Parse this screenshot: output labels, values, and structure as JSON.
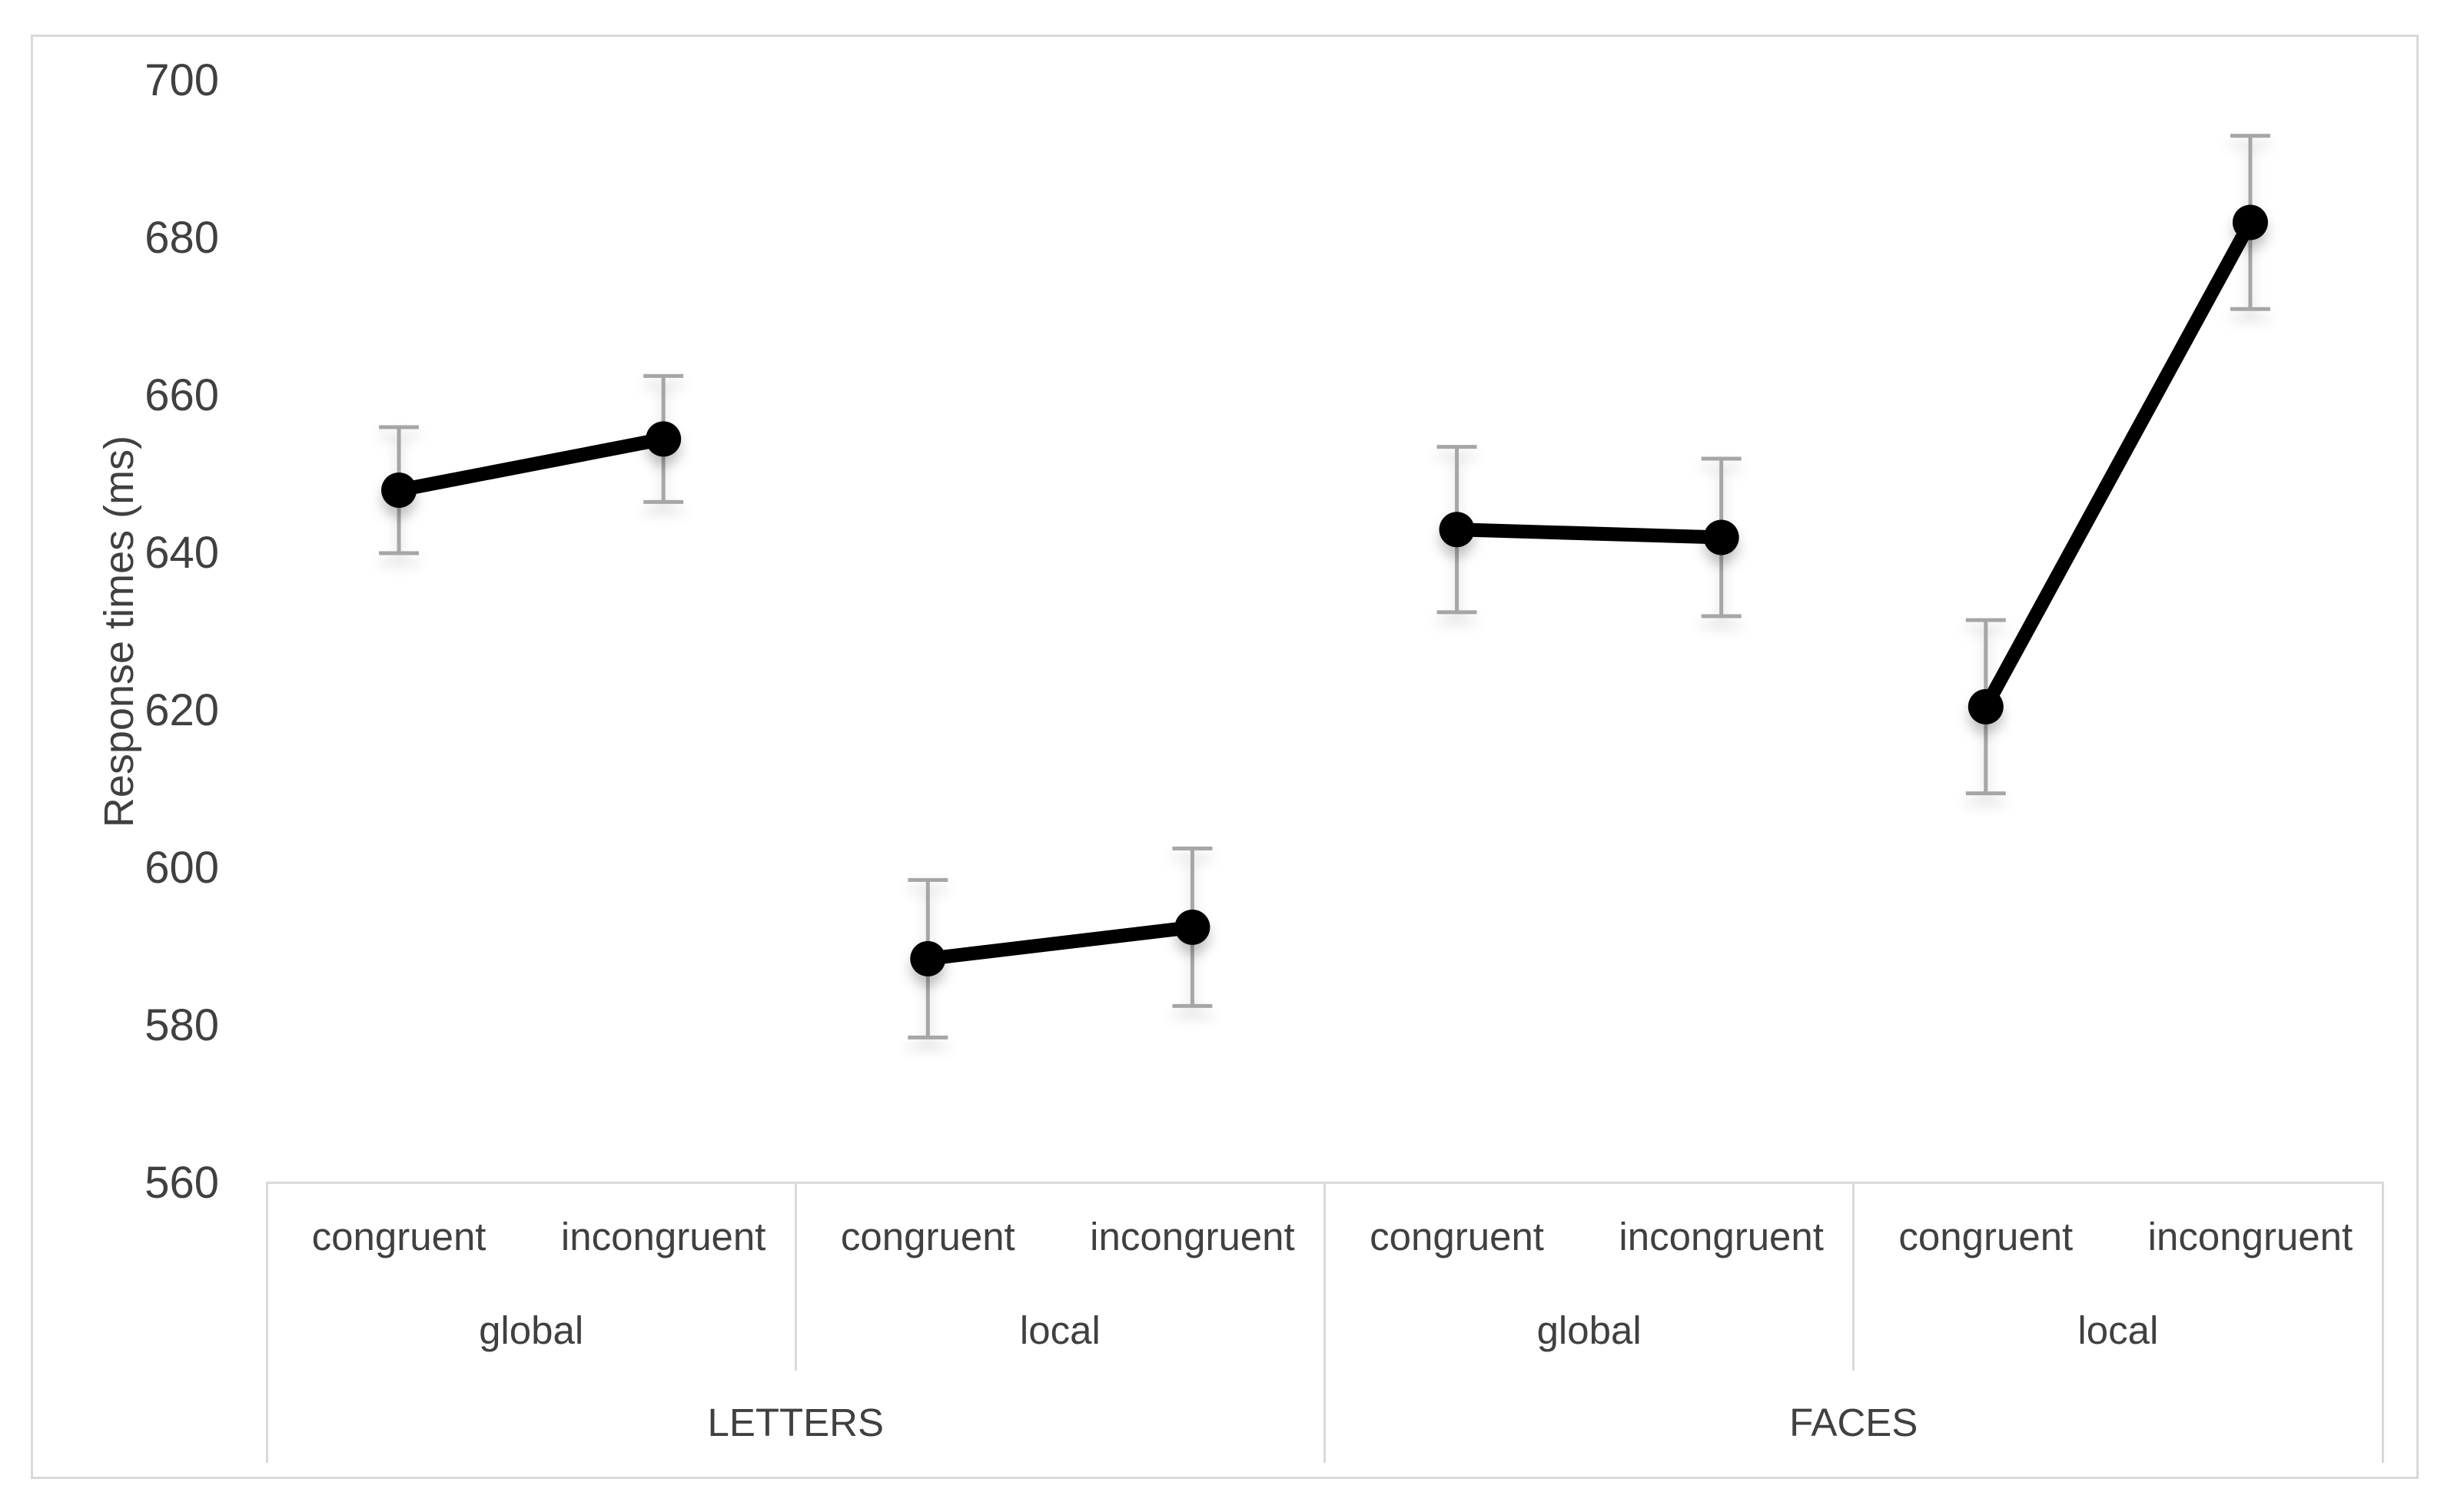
{
  "chart_data": {
    "type": "line",
    "title": "",
    "ylabel": "Response times (ms)",
    "xlabel": "",
    "ylim": [
      560,
      700
    ],
    "yticks": [
      700,
      680,
      660,
      640,
      620,
      600,
      580,
      560
    ],
    "grid": false,
    "legend": null,
    "marker_style": "filled-circle",
    "error_bars": true,
    "x_hierarchy_levels": [
      "condition",
      "scope",
      "task"
    ],
    "categories": [
      {
        "task": "LETTERS",
        "scope": "global",
        "condition": "congruent",
        "value": 648,
        "error": 8
      },
      {
        "task": "LETTERS",
        "scope": "global",
        "condition": "incongruent",
        "value": 654.5,
        "error": 8
      },
      {
        "task": "LETTERS",
        "scope": "local",
        "condition": "congruent",
        "value": 588.5,
        "error": 10
      },
      {
        "task": "LETTERS",
        "scope": "local",
        "condition": "incongruent",
        "value": 592.5,
        "error": 10
      },
      {
        "task": "FACES",
        "scope": "global",
        "condition": "congruent",
        "value": 643,
        "error": 10.5
      },
      {
        "task": "FACES",
        "scope": "global",
        "condition": "incongruent",
        "value": 642,
        "error": 10
      },
      {
        "task": "FACES",
        "scope": "local",
        "condition": "congruent",
        "value": 620.5,
        "error": 11
      },
      {
        "task": "FACES",
        "scope": "local",
        "condition": "incongruent",
        "value": 682,
        "error": 11
      }
    ],
    "connected_pairs": [
      [
        0,
        1
      ],
      [
        2,
        3
      ],
      [
        4,
        5
      ],
      [
        6,
        7
      ]
    ]
  },
  "colors": {
    "background": "#ffffff",
    "marker": "#000000",
    "segment_line": "#000000",
    "error_bar": "#a6a6a6",
    "table_line": "#d9d9d9",
    "outer_border": "#d9d9d9",
    "text": "#404040"
  }
}
